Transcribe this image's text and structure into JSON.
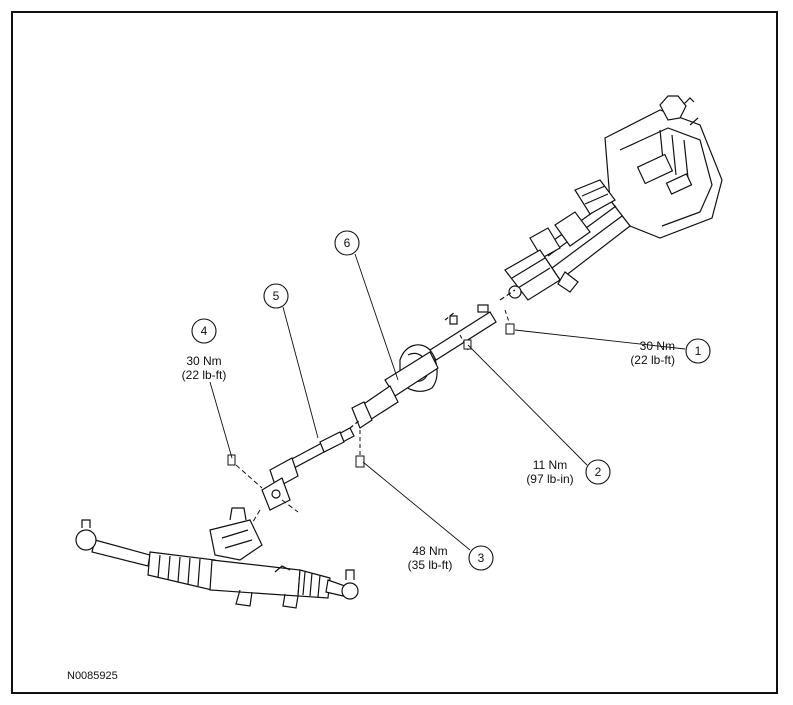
{
  "figure_id": "N0085925",
  "callouts": [
    {
      "number": "1",
      "torque_nm": "30 Nm",
      "torque_imperial": "(22 lb-ft)"
    },
    {
      "number": "2",
      "torque_nm": "11 Nm",
      "torque_imperial": "(97 lb-in)"
    },
    {
      "number": "3",
      "torque_nm": "48 Nm",
      "torque_imperial": "(35 lb-ft)"
    },
    {
      "number": "4",
      "torque_nm": "30 Nm",
      "torque_imperial": "(22 lb-ft)"
    },
    {
      "number": "5"
    },
    {
      "number": "6"
    }
  ]
}
